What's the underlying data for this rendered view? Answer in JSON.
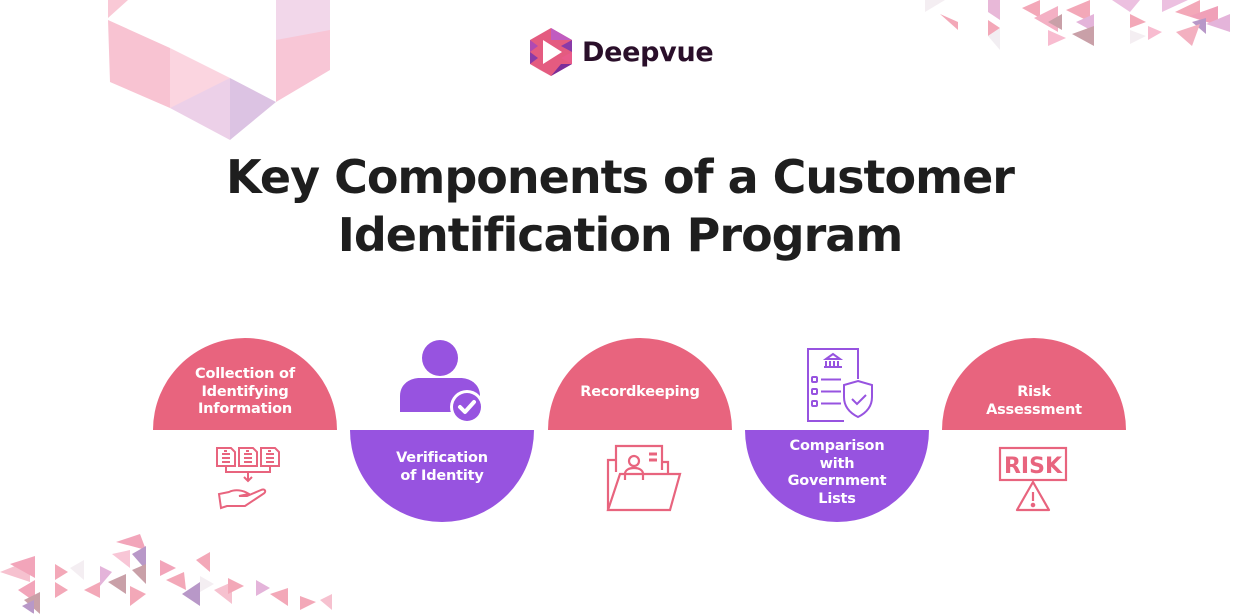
{
  "brand": {
    "name": "Deepvue",
    "logo_icon": "hexagon-play-logo-icon"
  },
  "title": {
    "line1": "Key Components of a Customer",
    "line2": "Identification Program"
  },
  "colors": {
    "pink": "#e8647e",
    "purple": "#9753e0",
    "title_text": "#1e1e1e",
    "brand_text": "#2a0f2a"
  },
  "components": [
    {
      "label_lines": [
        "Collection of",
        "Identifying",
        "Information"
      ],
      "shape": "semicircle-top",
      "color": "pink",
      "icon": "documents-to-hand-icon"
    },
    {
      "label_lines": [
        "Verification",
        "of Identity"
      ],
      "shape": "semicircle-bottom",
      "color": "purple",
      "icon": "user-check-icon"
    },
    {
      "label_lines": [
        "Recordkeeping"
      ],
      "shape": "semicircle-top",
      "color": "pink",
      "icon": "folder-profile-icon"
    },
    {
      "label_lines": [
        "Comparison",
        "with",
        "Government",
        "Lists"
      ],
      "shape": "semicircle-bottom",
      "color": "purple",
      "icon": "government-checklist-shield-icon"
    },
    {
      "label_lines": [
        "Risk",
        "Assessment"
      ],
      "shape": "semicircle-top",
      "color": "pink",
      "icon": "risk-warning-sign-icon"
    }
  ],
  "icon_text": {
    "risk_sign": "RISK"
  }
}
